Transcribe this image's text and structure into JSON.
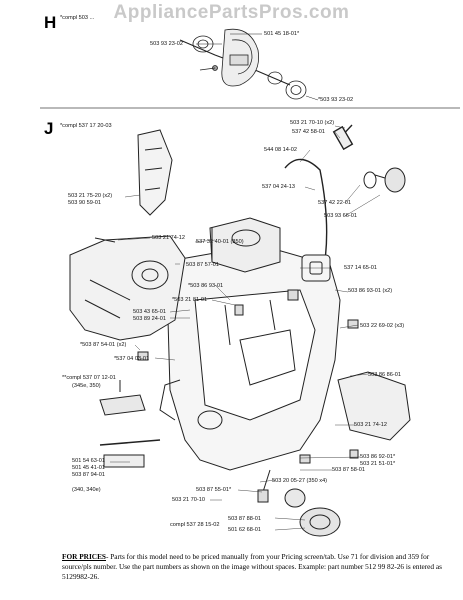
{
  "watermark": "AppliancePartsPros.com",
  "section_h": {
    "letter": "H",
    "compl_note": "*compl 503 ...",
    "labels": {
      "p1": "501 45 18-01*",
      "p2": "503 93 23-02",
      "p3": "*503 93 23-02"
    }
  },
  "section_j": {
    "letter": "J",
    "compl_note": "*compl 537 17 20-03",
    "labels": {
      "l01": "503 21 70-10 (x2)",
      "l02": "537 42 58-01",
      "l03": "544 08 14-02",
      "l04": "537 04 24-13",
      "l05": "537 42 22-01",
      "l06": "503 93 66-01",
      "l07": "503 21 75-20 (x2)",
      "l08": "503 90 59-01",
      "l09": "503 21 74-12",
      "l10": "537 32 40-01 (350)",
      "l11": "537 14 65-01",
      "l12": "503 87 57-01",
      "l13": "*503 86 93-01",
      "l14": "503 86 93-01 (x2)",
      "l15": "*503 21 81-01",
      "l16": "503 43 65-01",
      "l17": "503 89 24-01",
      "l18": "503 22 69-02 (x3)",
      "l19": "*503 87 54-01 (x2)",
      "l20": "*537 04 03-01",
      "l21": "**compl 537 07 12-01",
      "l22": "(345e, 350)",
      "l23": "503 86 86-01",
      "l24": "503 21 74-12",
      "l25": "501 54 63-01",
      "l26": "501 45 41-01",
      "l27": "503 87 94-01",
      "l28": "503 86 92-01*",
      "l29": "503 21 51-01*",
      "l30": "503 87 58-01",
      "l31": "(340, 340e)",
      "l32": "503 20 05-27 (350 x4)",
      "l33": "503 87 55-01*",
      "l34": "503 21 70-10",
      "l35": "503 87 88-01",
      "l36": "compl 537 28 15-02",
      "l37": "501 62 68-01"
    }
  },
  "footer": {
    "title": "FOR PRICES",
    "text": "- Parts for this model need to be priced manually from your Pricing screen/tab. Use 71 for division and 359 for source/pls number.  Use the part numbers as shown on the image without spaces.  Example: part number 512 99 82-26 is entered as 5129982-26."
  }
}
